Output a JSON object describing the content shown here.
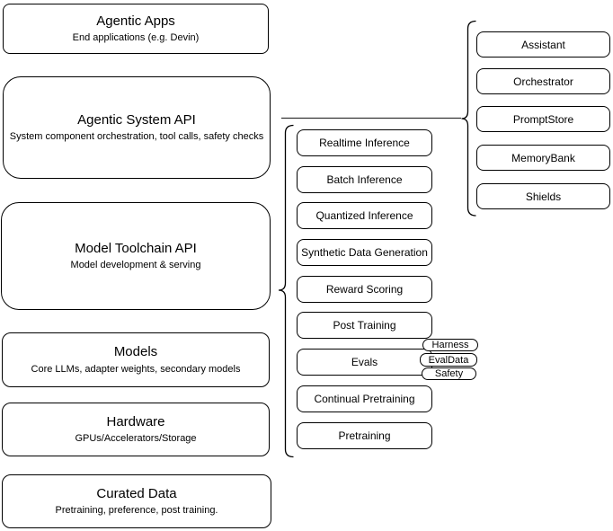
{
  "diagram": {
    "background": "#ffffff",
    "stroke_color": "#000000",
    "connector_color": "#333333",
    "left_stack": [
      {
        "title": "Agentic Apps",
        "subtitle": "End applications (e.g. Devin)"
      },
      {
        "title": "Agentic System API",
        "subtitle": "System component orchestration, tool calls, safety checks"
      },
      {
        "title": "Model Toolchain API",
        "subtitle": "Model development & serving"
      },
      {
        "title": "Models",
        "subtitle": "Core LLMs, adapter weights, secondary models"
      },
      {
        "title": "Hardware",
        "subtitle": "GPUs/Accelerators/Storage"
      },
      {
        "title": "Curated Data",
        "subtitle": "Pretraining, preference, post training."
      }
    ],
    "toolchain_items": [
      {
        "label": "Realtime Inference"
      },
      {
        "label": "Batch Inference"
      },
      {
        "label": "Quantized Inference"
      },
      {
        "label": "Synthetic Data Generation"
      },
      {
        "label": "Reward Scoring"
      },
      {
        "label": "Post Training"
      },
      {
        "label": "Evals"
      },
      {
        "label": "Continual Pretraining"
      },
      {
        "label": "Pretraining"
      }
    ],
    "eval_tags": [
      {
        "label": "Harness"
      },
      {
        "label": "EvalData"
      },
      {
        "label": "Safety"
      }
    ],
    "system_components": [
      {
        "label": "Assistant"
      },
      {
        "label": "Orchestrator"
      },
      {
        "label": "PromptStore"
      },
      {
        "label": "MemoryBank"
      },
      {
        "label": "Shields"
      }
    ]
  }
}
